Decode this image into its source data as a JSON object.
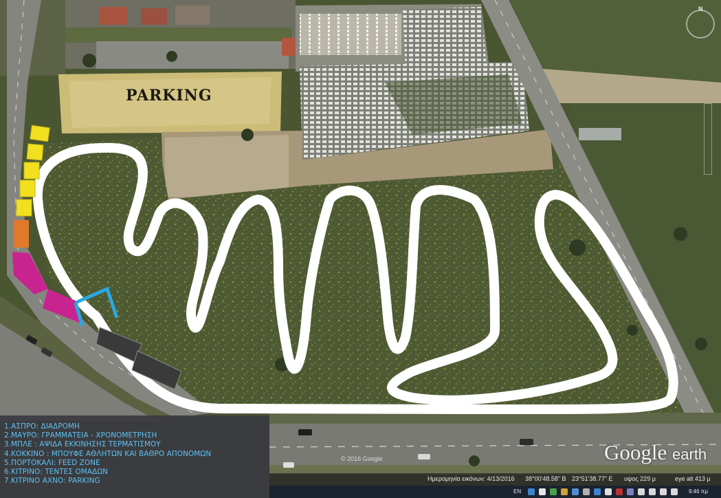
{
  "map": {
    "parking_label": "PARKING",
    "colors": {
      "track": "#ffffff",
      "secretariat": "#3a3a3a",
      "start_arch": "#2aa8e0",
      "athletes_buffet": "#c8238f",
      "feed_zone": "#e07a2a",
      "team_tents": "#f2e020"
    }
  },
  "legend": {
    "items": [
      "1.ΑΣΠΡΟ: ΔΙΑΔΡΟΜΗ",
      "2.ΜΑΥΡΟ: ΓΡΑΜΜΑΤΕΙΑ - ΧΡΟΝΟΜΕΤΡΗΣΗ",
      "3.ΜΠΛΕ : ΑΨΙΔΑ ΕΚΚΙΝΗΣΗΣ ΤΕΡΜΑΤΙΣΜΟΥ",
      "4.ΚΟΚΚΙΝΟ : ΜΠΟΥΦΕ ΑΘΛΗΤΩΝ ΚΑΙ ΒΑΘΡΟ ΑΠΟΝΟΜΩΝ",
      "5.ΠΟΡΤΟΚΑΛΙ: FEED ZONE",
      "6.ΚΙΤΡΙΝΟ: ΤΕΝΤΕΣ ΟΜΑΔΩΝ",
      "7.ΚΙΤΡΙΝΟ ΑΧΝΟ: PARKING"
    ]
  },
  "google_earth": {
    "logo_main": "Google",
    "logo_small": "earth",
    "copyright": "© 2016 Google"
  },
  "status_bar": {
    "imagery_date": "Ημερομηνία εικόνων: 4/13/2016",
    "latitude": "38°00'48.58\" B",
    "longitude": "23°51'38.77\" E",
    "elevation": "υψος 229 μ",
    "eye_alt": "eye alt 413 μ"
  },
  "taskbar": {
    "language": "EN",
    "time": "9:46 πμ"
  }
}
